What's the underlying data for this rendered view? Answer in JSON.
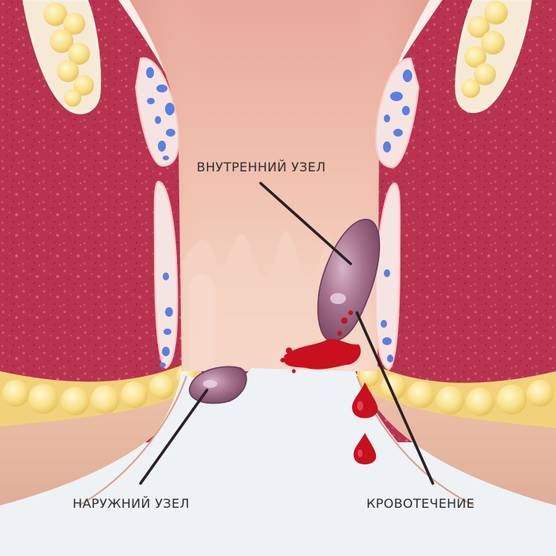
{
  "labels": {
    "internal_node": "ВНУТРЕННИЙ УЗЕЛ",
    "external_node": "НАРУЖНИЙ УЗЕЛ",
    "bleeding": "КРОВОТЕЧЕНИЕ"
  },
  "colors": {
    "background": "#eef2f4",
    "muscle_tissue": "#b8334f",
    "canal_lining": "#f0c2ae",
    "fat_tissue": "#f7df86",
    "skin": "#e7b9a4",
    "hemorrhoid": "#9c6a86",
    "blood": "#c8101e",
    "vessel": "#5b7fe0",
    "pointer_line": "#2a2025"
  }
}
